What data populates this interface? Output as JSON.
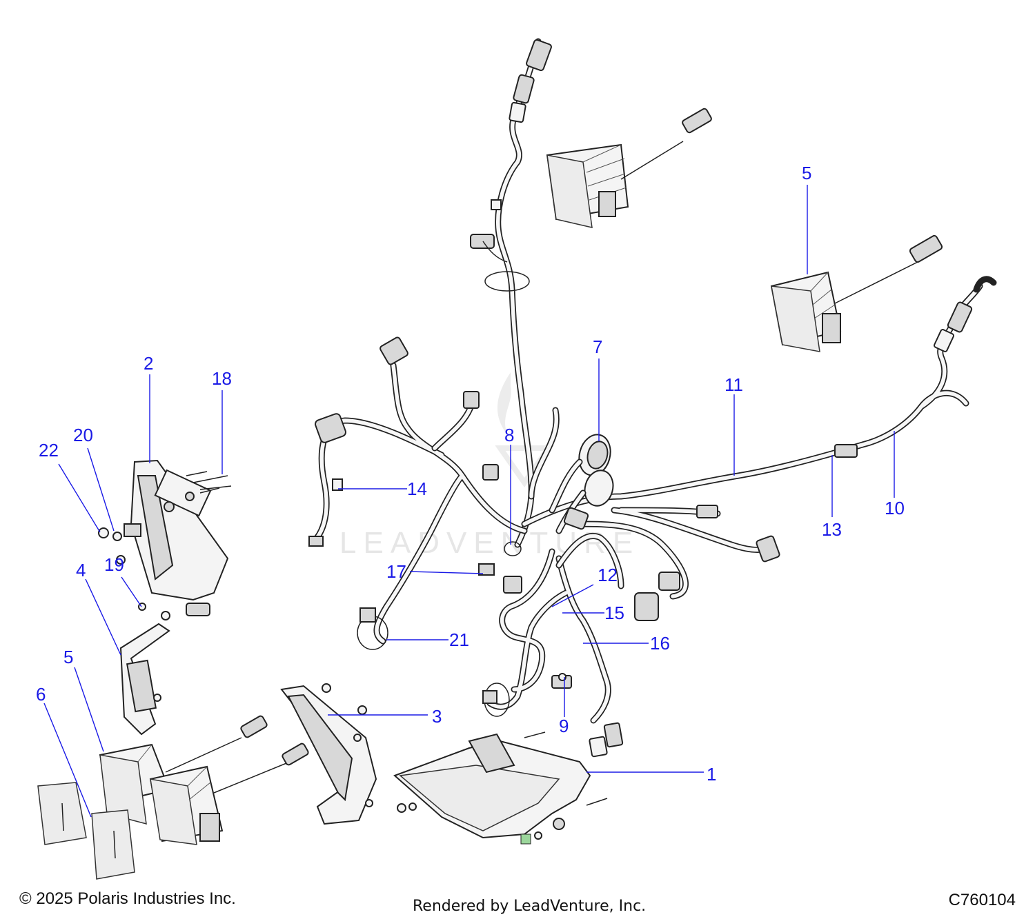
{
  "watermark": {
    "text": "LEADVENTURE"
  },
  "footer": {
    "copyright": "© 2025 Polaris Industries Inc.",
    "rendered_by": "Rendered by LeadVenture, Inc.",
    "diagram_code": "C760104"
  },
  "callouts": {
    "c1": "1",
    "c2": "2",
    "c3": "3",
    "c4": "4",
    "c5a": "5",
    "c5b": "5",
    "c6": "6",
    "c7": "7",
    "c8": "8",
    "c9": "9",
    "c10": "10",
    "c11": "11",
    "c12": "12",
    "c13": "13",
    "c14": "14",
    "c15": "15",
    "c16": "16",
    "c17": "17",
    "c18": "18",
    "c19": "19",
    "c20": "20",
    "c21": "21",
    "c22": "22"
  },
  "colors": {
    "callout": "#1a1ae6",
    "line_art": "#222222",
    "watermark": "#e6e6e6"
  }
}
